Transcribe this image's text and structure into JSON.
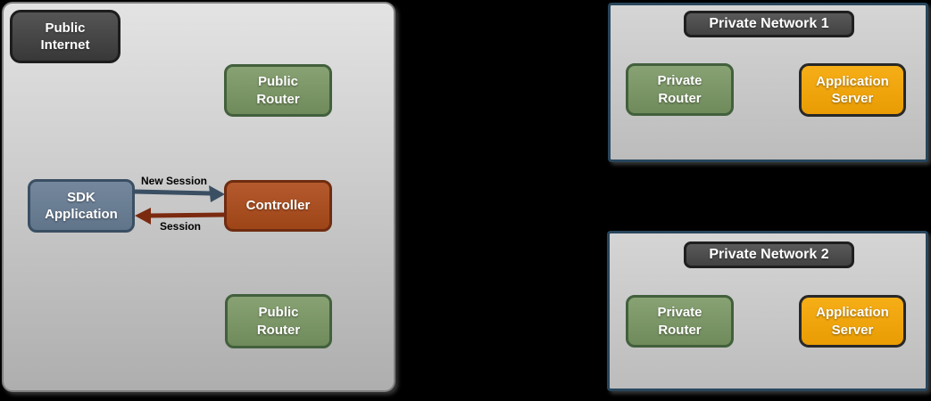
{
  "colors": {
    "background": "#000000",
    "public_zone_border": "#7f7f7f",
    "private_zone_border": "#28465c",
    "dark_box_fill": "#424242",
    "green_box_fill": "#7d9a69",
    "green_box_border": "#42603c",
    "slate_box_fill": "#6b7f95",
    "slate_box_border": "#3b4f63",
    "rust_box_fill": "#a85129",
    "rust_box_border": "#6f2c10",
    "orange_box_fill": "#f0a50d",
    "orange_box_border": "#282828",
    "arrow_new_session": "#3b4f63",
    "arrow_session": "#7b2a10"
  },
  "public_zone": {
    "zone_label": "Public\nInternet",
    "router_top": "Public\nRouter",
    "sdk_application": "SDK\nApplication",
    "controller": "Controller",
    "router_bottom": "Public\nRouter",
    "arrow_new_session_label": "New Session",
    "arrow_session_label": "Session"
  },
  "private_network_1": {
    "title": "Private Network 1",
    "router": "Private\nRouter",
    "server": "Application\nServer"
  },
  "private_network_2": {
    "title": "Private Network 2",
    "router": "Private\nRouter",
    "server": "Application\nServer"
  }
}
